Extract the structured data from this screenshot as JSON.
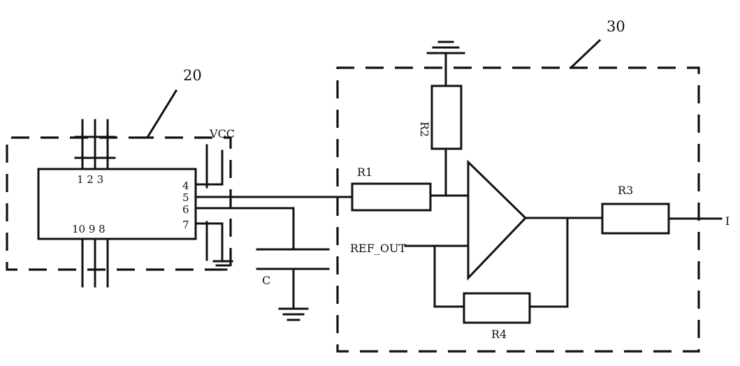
{
  "module_labels": {
    "ic_module": "20",
    "output_module": "30"
  },
  "ic": {
    "top_pins": "1 2 3",
    "bottom_pins": "10 9 8",
    "right_pins": [
      "4",
      "5",
      "6",
      "7"
    ]
  },
  "power": {
    "supply": "VCC"
  },
  "components": {
    "r1": "R1",
    "r2": "R2",
    "r3": "R3",
    "r4": "R4",
    "capacitor": "C"
  },
  "signals": {
    "reference": "REF_OUT",
    "output": "I"
  }
}
